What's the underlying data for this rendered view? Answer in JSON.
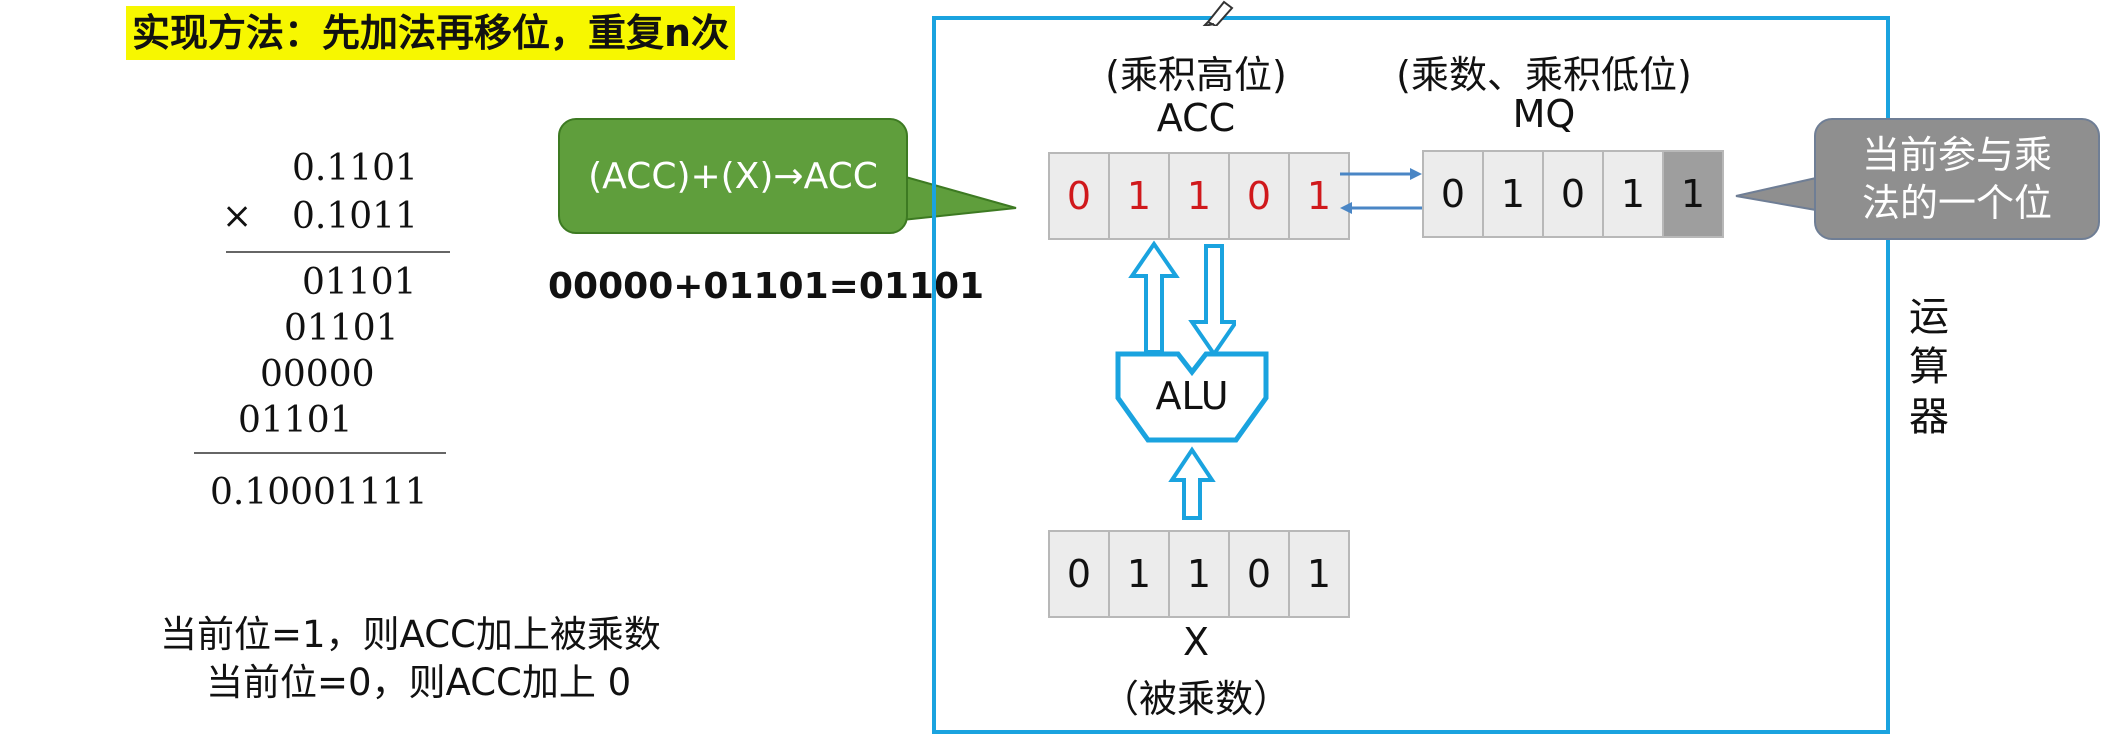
{
  "title": "实现方法：先加法再移位，重复n次",
  "multiplication": {
    "multiplicand": "0.1101",
    "times_sign": "×",
    "multiplier": "0.1011",
    "partials": [
      "01101",
      "01101",
      "00000",
      "01101"
    ],
    "result": "0.10001111"
  },
  "rules": [
    "当前位=1，则ACC加上被乘数",
    "当前位=0，则ACC加上 0"
  ],
  "callout_operation": "(ACC)+(X)→ACC",
  "step_equation": "00000+01101=01101",
  "acc": {
    "caption": "(乘积高位)",
    "name": "ACC",
    "bits": [
      "0",
      "1",
      "1",
      "0",
      "1"
    ]
  },
  "mq": {
    "caption": "(乘数、乘积低位)",
    "name": "MQ",
    "bits": [
      "0",
      "1",
      "0",
      "1",
      "1"
    ]
  },
  "current_bit_callout": [
    "当前参与乘",
    "法的一个位"
  ],
  "alu_label": "ALU",
  "x_register": {
    "name": "X",
    "caption": "（被乘数）",
    "bits": [
      "0",
      "1",
      "1",
      "0",
      "1"
    ]
  },
  "unit_label": [
    "运",
    "算",
    "器"
  ],
  "colors": {
    "title_highlight": "#f7f700",
    "green_callout": "#5f9e3c",
    "gray_callout": "#8f8f8f",
    "frame": "#1aa3df",
    "acc_bits": "#d0191c",
    "current_bit_cell": "#9e9e9e",
    "arrows": "#1aa3df",
    "link_arrows": "#4a86c5"
  },
  "icons": {
    "pen_cursor": "pen-cursor-icon"
  }
}
